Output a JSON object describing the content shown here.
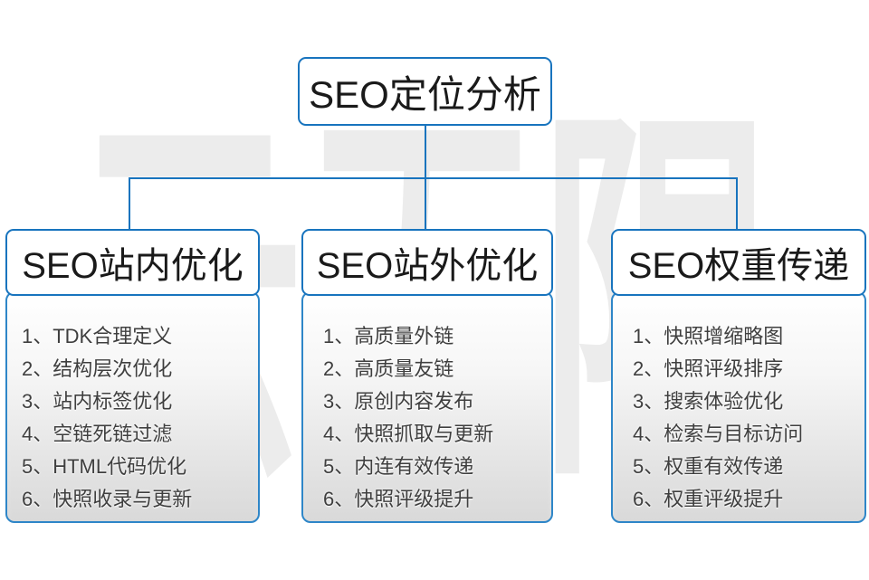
{
  "watermark": {
    "text": "云无限"
  },
  "root": {
    "title": "SEO定位分析"
  },
  "colors": {
    "accent_blue": "#1874be",
    "panel_border_blue": "#2e86c8",
    "panel_gradient_bottom": "#d9d9d9",
    "list_text": "#3f3f3f",
    "header_text": "#1a1a1a",
    "watermark_gray": "#ececec"
  },
  "columns": [
    {
      "title": "SEO站内优化",
      "items": [
        "1、TDK合理定义",
        "2、结构层次优化",
        "3、站内标签优化",
        "4、空链死链过滤",
        "5、HTML代码优化",
        "6、快照收录与更新"
      ]
    },
    {
      "title": "SEO站外优化",
      "items": [
        "1、高质量外链",
        "2、高质量友链",
        "3、原创内容发布",
        "4、快照抓取与更新",
        "5、内连有效传递",
        "6、快照评级提升"
      ]
    },
    {
      "title": "SEO权重传递",
      "items": [
        "1、快照增缩略图",
        "2、快照评级排序",
        "3、搜索体验优化",
        "4、检索与目标访问",
        "5、权重有效传递",
        "6、权重评级提升"
      ]
    }
  ]
}
